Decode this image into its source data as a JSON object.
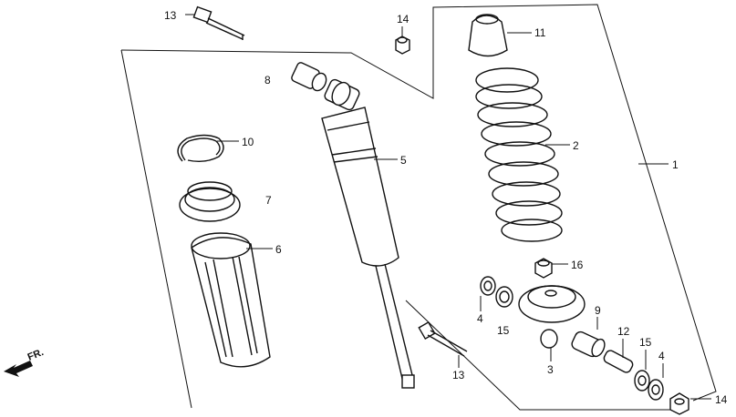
{
  "diagram": {
    "direction_label": "FR.",
    "callouts": [
      {
        "id": "c1",
        "text": "1"
      },
      {
        "id": "c2",
        "text": "2"
      },
      {
        "id": "c3",
        "text": "3"
      },
      {
        "id": "c4a",
        "text": "4"
      },
      {
        "id": "c4b",
        "text": "4"
      },
      {
        "id": "c5",
        "text": "5"
      },
      {
        "id": "c6",
        "text": "6"
      },
      {
        "id": "c7",
        "text": "7"
      },
      {
        "id": "c8",
        "text": "8"
      },
      {
        "id": "c9",
        "text": "9"
      },
      {
        "id": "c10",
        "text": "10"
      },
      {
        "id": "c11",
        "text": "11"
      },
      {
        "id": "c12",
        "text": "12"
      },
      {
        "id": "c13a",
        "text": "13"
      },
      {
        "id": "c13b",
        "text": "13"
      },
      {
        "id": "c14a",
        "text": "14"
      },
      {
        "id": "c14b",
        "text": "14"
      },
      {
        "id": "c15a",
        "text": "15"
      },
      {
        "id": "c15b",
        "text": "15"
      },
      {
        "id": "c16",
        "text": "16"
      }
    ]
  }
}
